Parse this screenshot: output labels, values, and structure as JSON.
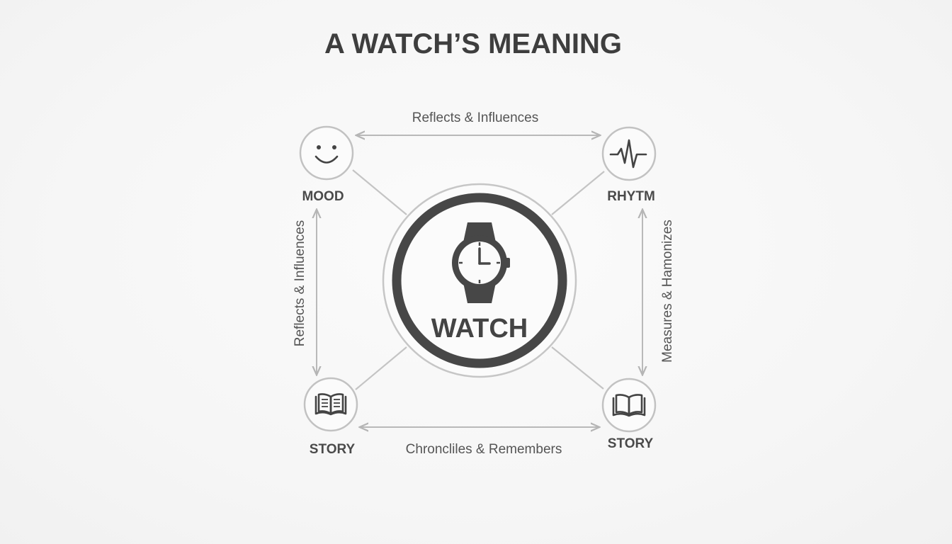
{
  "title": "A WATCH’S MEANING",
  "center": {
    "label": "WATCH",
    "icon": "wristwatch-icon"
  },
  "nodes": {
    "mood": {
      "label": "MOOD",
      "icon": "smiley-face-icon"
    },
    "rhythm": {
      "label": "RHYTM",
      "icon": "heartbeat-icon"
    },
    "story_left": {
      "label": "STORY",
      "icon": "open-book-text-icon"
    },
    "story_right": {
      "label": "STORY",
      "icon": "open-book-icon"
    }
  },
  "edges": {
    "top": "Reflects & Influences",
    "left": "Reflects & Influences",
    "right": "Measures & Hamonizes",
    "bottom": "Chroncliles & Remembers"
  },
  "colors": {
    "text_dark": "#3e3e3e",
    "ring_dark": "#444444",
    "line_gray": "#c4c4c4",
    "background": "#f7f7f7"
  }
}
